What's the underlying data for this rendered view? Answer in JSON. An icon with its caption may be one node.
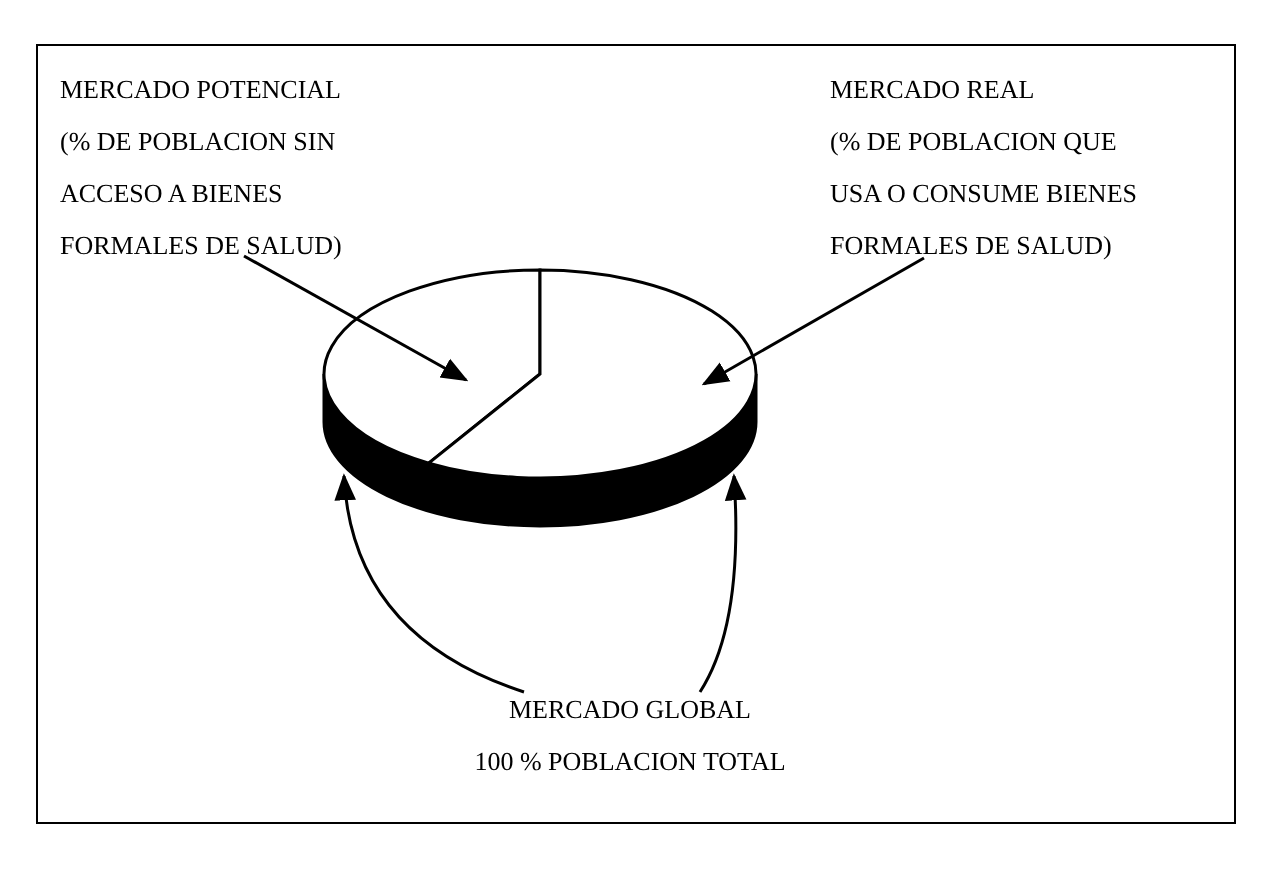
{
  "diagram": {
    "nodes": [
      {
        "text": [
          "MERCADO POTENCIAL",
          "(% DE POBLACION SIN ACCESO A BIENES FORMALES DE SALUD)"
        ]
      },
      {
        "text": [
          "MERCADO REAL",
          "(% DE POBLACION QUE USA O CONSUME BIENES FORMALES DE SALUD)"
        ]
      },
      {
        "text": [
          "MERCADO GLOBAL",
          "100 % POBLACION TOTAL"
        ]
      },
      {
        "text": [],
        "shape": "wedge"
      },
      {
        "text": [],
        "shape": "wedge"
      },
      {
        "text": [],
        "shape": "band"
      }
    ],
    "edges": [
      {
        "from": 0,
        "to": 3,
        "arrow": "to"
      },
      {
        "from": 1,
        "to": 4,
        "arrow": "to"
      },
      {
        "from": 2,
        "to": 5,
        "arrow": "to"
      },
      {
        "from": 2,
        "to": 5,
        "arrow": "to"
      }
    ]
  }
}
